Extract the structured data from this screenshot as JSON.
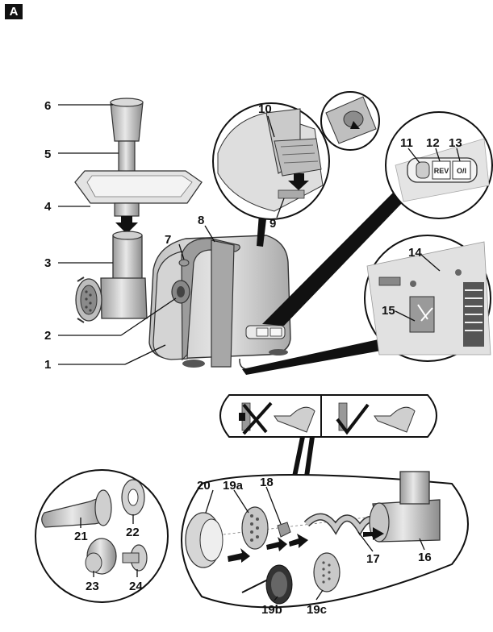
{
  "figure": {
    "badge": "A",
    "controls": {
      "rev": "REV",
      "onoff": "O/I"
    },
    "callouts": [
      {
        "id": "c1",
        "text": "1"
      },
      {
        "id": "c2",
        "text": "2"
      },
      {
        "id": "c3",
        "text": "3"
      },
      {
        "id": "c4",
        "text": "4"
      },
      {
        "id": "c5",
        "text": "5"
      },
      {
        "id": "c6",
        "text": "6"
      },
      {
        "id": "c7",
        "text": "7"
      },
      {
        "id": "c8",
        "text": "8"
      },
      {
        "id": "c9",
        "text": "9"
      },
      {
        "id": "c10",
        "text": "10"
      },
      {
        "id": "c11",
        "text": "11"
      },
      {
        "id": "c12",
        "text": "12"
      },
      {
        "id": "c13",
        "text": "13"
      },
      {
        "id": "c14",
        "text": "14"
      },
      {
        "id": "c15",
        "text": "15"
      },
      {
        "id": "c16",
        "text": "16"
      },
      {
        "id": "c17",
        "text": "17"
      },
      {
        "id": "c18",
        "text": "18"
      },
      {
        "id": "c19a",
        "text": "19a"
      },
      {
        "id": "c19b",
        "text": "19b"
      },
      {
        "id": "c19c",
        "text": "19c"
      },
      {
        "id": "c20",
        "text": "20"
      },
      {
        "id": "c21",
        "text": "21"
      },
      {
        "id": "c22",
        "text": "22"
      },
      {
        "id": "c23",
        "text": "23"
      },
      {
        "id": "c24",
        "text": "24"
      }
    ]
  }
}
